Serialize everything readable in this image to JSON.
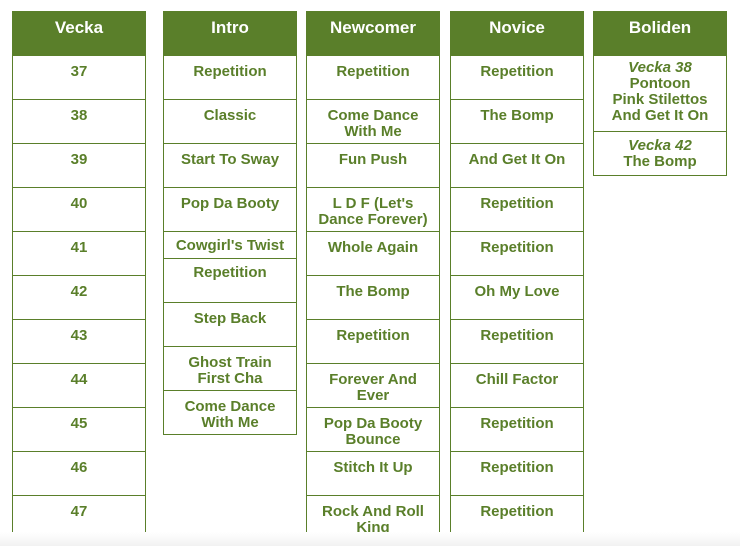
{
  "columns": [
    {
      "title": "Vecka",
      "rows": [
        {
          "lines": [
            "37"
          ]
        },
        {
          "lines": [
            "38"
          ]
        },
        {
          "lines": [
            "39"
          ]
        },
        {
          "lines": [
            "40"
          ]
        },
        {
          "lines": [
            "41"
          ]
        },
        {
          "lines": [
            "42"
          ]
        },
        {
          "lines": [
            "43"
          ]
        },
        {
          "lines": [
            "44"
          ]
        },
        {
          "lines": [
            "45"
          ]
        },
        {
          "lines": [
            "46"
          ]
        },
        {
          "lines": [
            "47"
          ]
        }
      ]
    },
    {
      "title": "Intro",
      "rows": [
        {
          "lines": [
            "Repetition"
          ]
        },
        {
          "lines": [
            "Classic"
          ]
        },
        {
          "lines": [
            "Start To Sway"
          ]
        },
        {
          "lines": [
            "Pop Da Booty"
          ]
        },
        {
          "lines": [
            "Cowgirl's Twist"
          ]
        },
        {
          "lines": [
            "Repetition"
          ]
        },
        {
          "lines": [
            "Step Back"
          ]
        },
        {
          "lines": [
            "Ghost Train",
            "First Cha"
          ]
        },
        {
          "lines": [
            "Come Dance",
            "With Me"
          ]
        }
      ]
    },
    {
      "title": "Newcomer",
      "rows": [
        {
          "lines": [
            "Repetition"
          ]
        },
        {
          "lines": [
            "Come Dance",
            "With Me"
          ]
        },
        {
          "lines": [
            "Fun Push"
          ]
        },
        {
          "lines": [
            "L D F (Let's",
            "Dance Forever)"
          ]
        },
        {
          "lines": [
            "Whole Again"
          ]
        },
        {
          "lines": [
            "The Bomp"
          ]
        },
        {
          "lines": [
            "Repetition"
          ]
        },
        {
          "lines": [
            "Forever And",
            "Ever"
          ]
        },
        {
          "lines": [
            "Pop Da Booty",
            "Bounce"
          ]
        },
        {
          "lines": [
            "Stitch It Up"
          ]
        },
        {
          "lines": [
            "Rock And Roll",
            "King"
          ]
        }
      ]
    },
    {
      "title": "Novice",
      "rows": [
        {
          "lines": [
            "Repetition"
          ]
        },
        {
          "lines": [
            "The Bomp"
          ]
        },
        {
          "lines": [
            "And Get It On"
          ]
        },
        {
          "lines": [
            "Repetition"
          ]
        },
        {
          "lines": [
            "Repetition"
          ]
        },
        {
          "lines": [
            "Oh My Love"
          ]
        },
        {
          "lines": [
            "Repetition"
          ]
        },
        {
          "lines": [
            "Chill Factor"
          ]
        },
        {
          "lines": [
            "Repetition"
          ]
        },
        {
          "lines": [
            "Repetition"
          ]
        },
        {
          "lines": [
            "Repetition"
          ]
        }
      ]
    },
    {
      "title": "Boliden",
      "rows": [
        {
          "lines": [
            "Vecka 38",
            "Pontoon",
            "Pink Stilettos",
            "And Get It On"
          ],
          "italic_first": true
        },
        {
          "lines": [
            "Vecka 42",
            "The Bomp"
          ],
          "italic_first": true
        }
      ]
    }
  ],
  "colors": {
    "accent": "#5a7f2a",
    "header_text": "#ffffff",
    "cell_bg": "#ffffff"
  }
}
